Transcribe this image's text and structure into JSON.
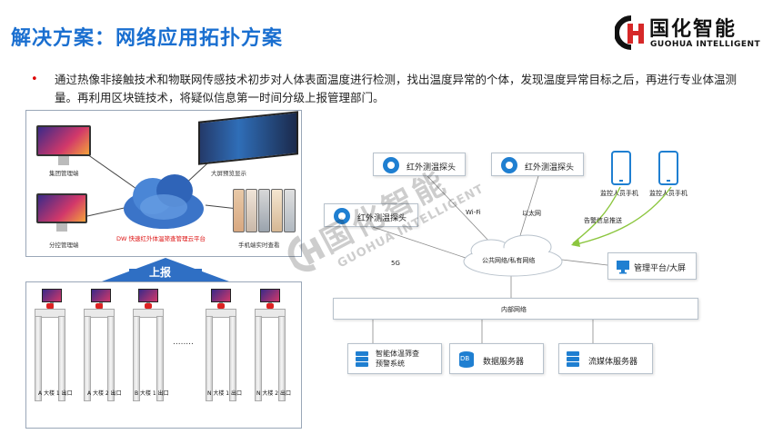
{
  "header": {
    "title": "解决方案：网络应用拓扑方案",
    "logo": {
      "cn": "国化智能",
      "en": "GUOHUA INTELLIGENT"
    }
  },
  "description": "通过热像非接触技术和物联网传感技术初步对人体表面温度进行检测，找出温度异常的个体，发现温度异常目标之后，再进行专业体温测量。再利用区块链技术，将疑似信息第一时间分级上报管理部门。",
  "left_top": {
    "group_terminal": "集团管理端",
    "branch_terminal": "分控管理端",
    "cloud_platform": "DW 快速红外体温筛查管理云平台",
    "bigscreen": "大屏预览显示",
    "mobile": "手机端实时查看"
  },
  "report_label": "上报",
  "gates": {
    "labels": [
      "A 大楼 1 出口",
      "A 大楼 2 出口",
      "B 大楼 1 出口",
      "N 大楼 1 出口",
      "N 大楼 2 出口"
    ],
    "ellipsis": "........"
  },
  "topology": {
    "cam_a": "红外测温探头",
    "cam_b": "红外测温探头",
    "cam_c": "红外测温探头",
    "phone_a": "监控人员手机",
    "phone_b": "监控人员手机",
    "wifi": "Wi-Fi",
    "ethernet": "以太网",
    "g5": "5G",
    "alarm": "告警信息推送",
    "public_net": "公共网络/私有网络",
    "mgmt": "管理平台/大屏",
    "intranet": "内部网络",
    "server_a": "智能体温筛查\n预警系统",
    "server_b": "数据服务器",
    "server_c": "流媒体服务器",
    "db_label": "DB"
  },
  "colors": {
    "accent": "#1a6fd0",
    "device": "#1f7fd1",
    "line_green": "#8cc63f",
    "logo_red": "#d62828"
  }
}
